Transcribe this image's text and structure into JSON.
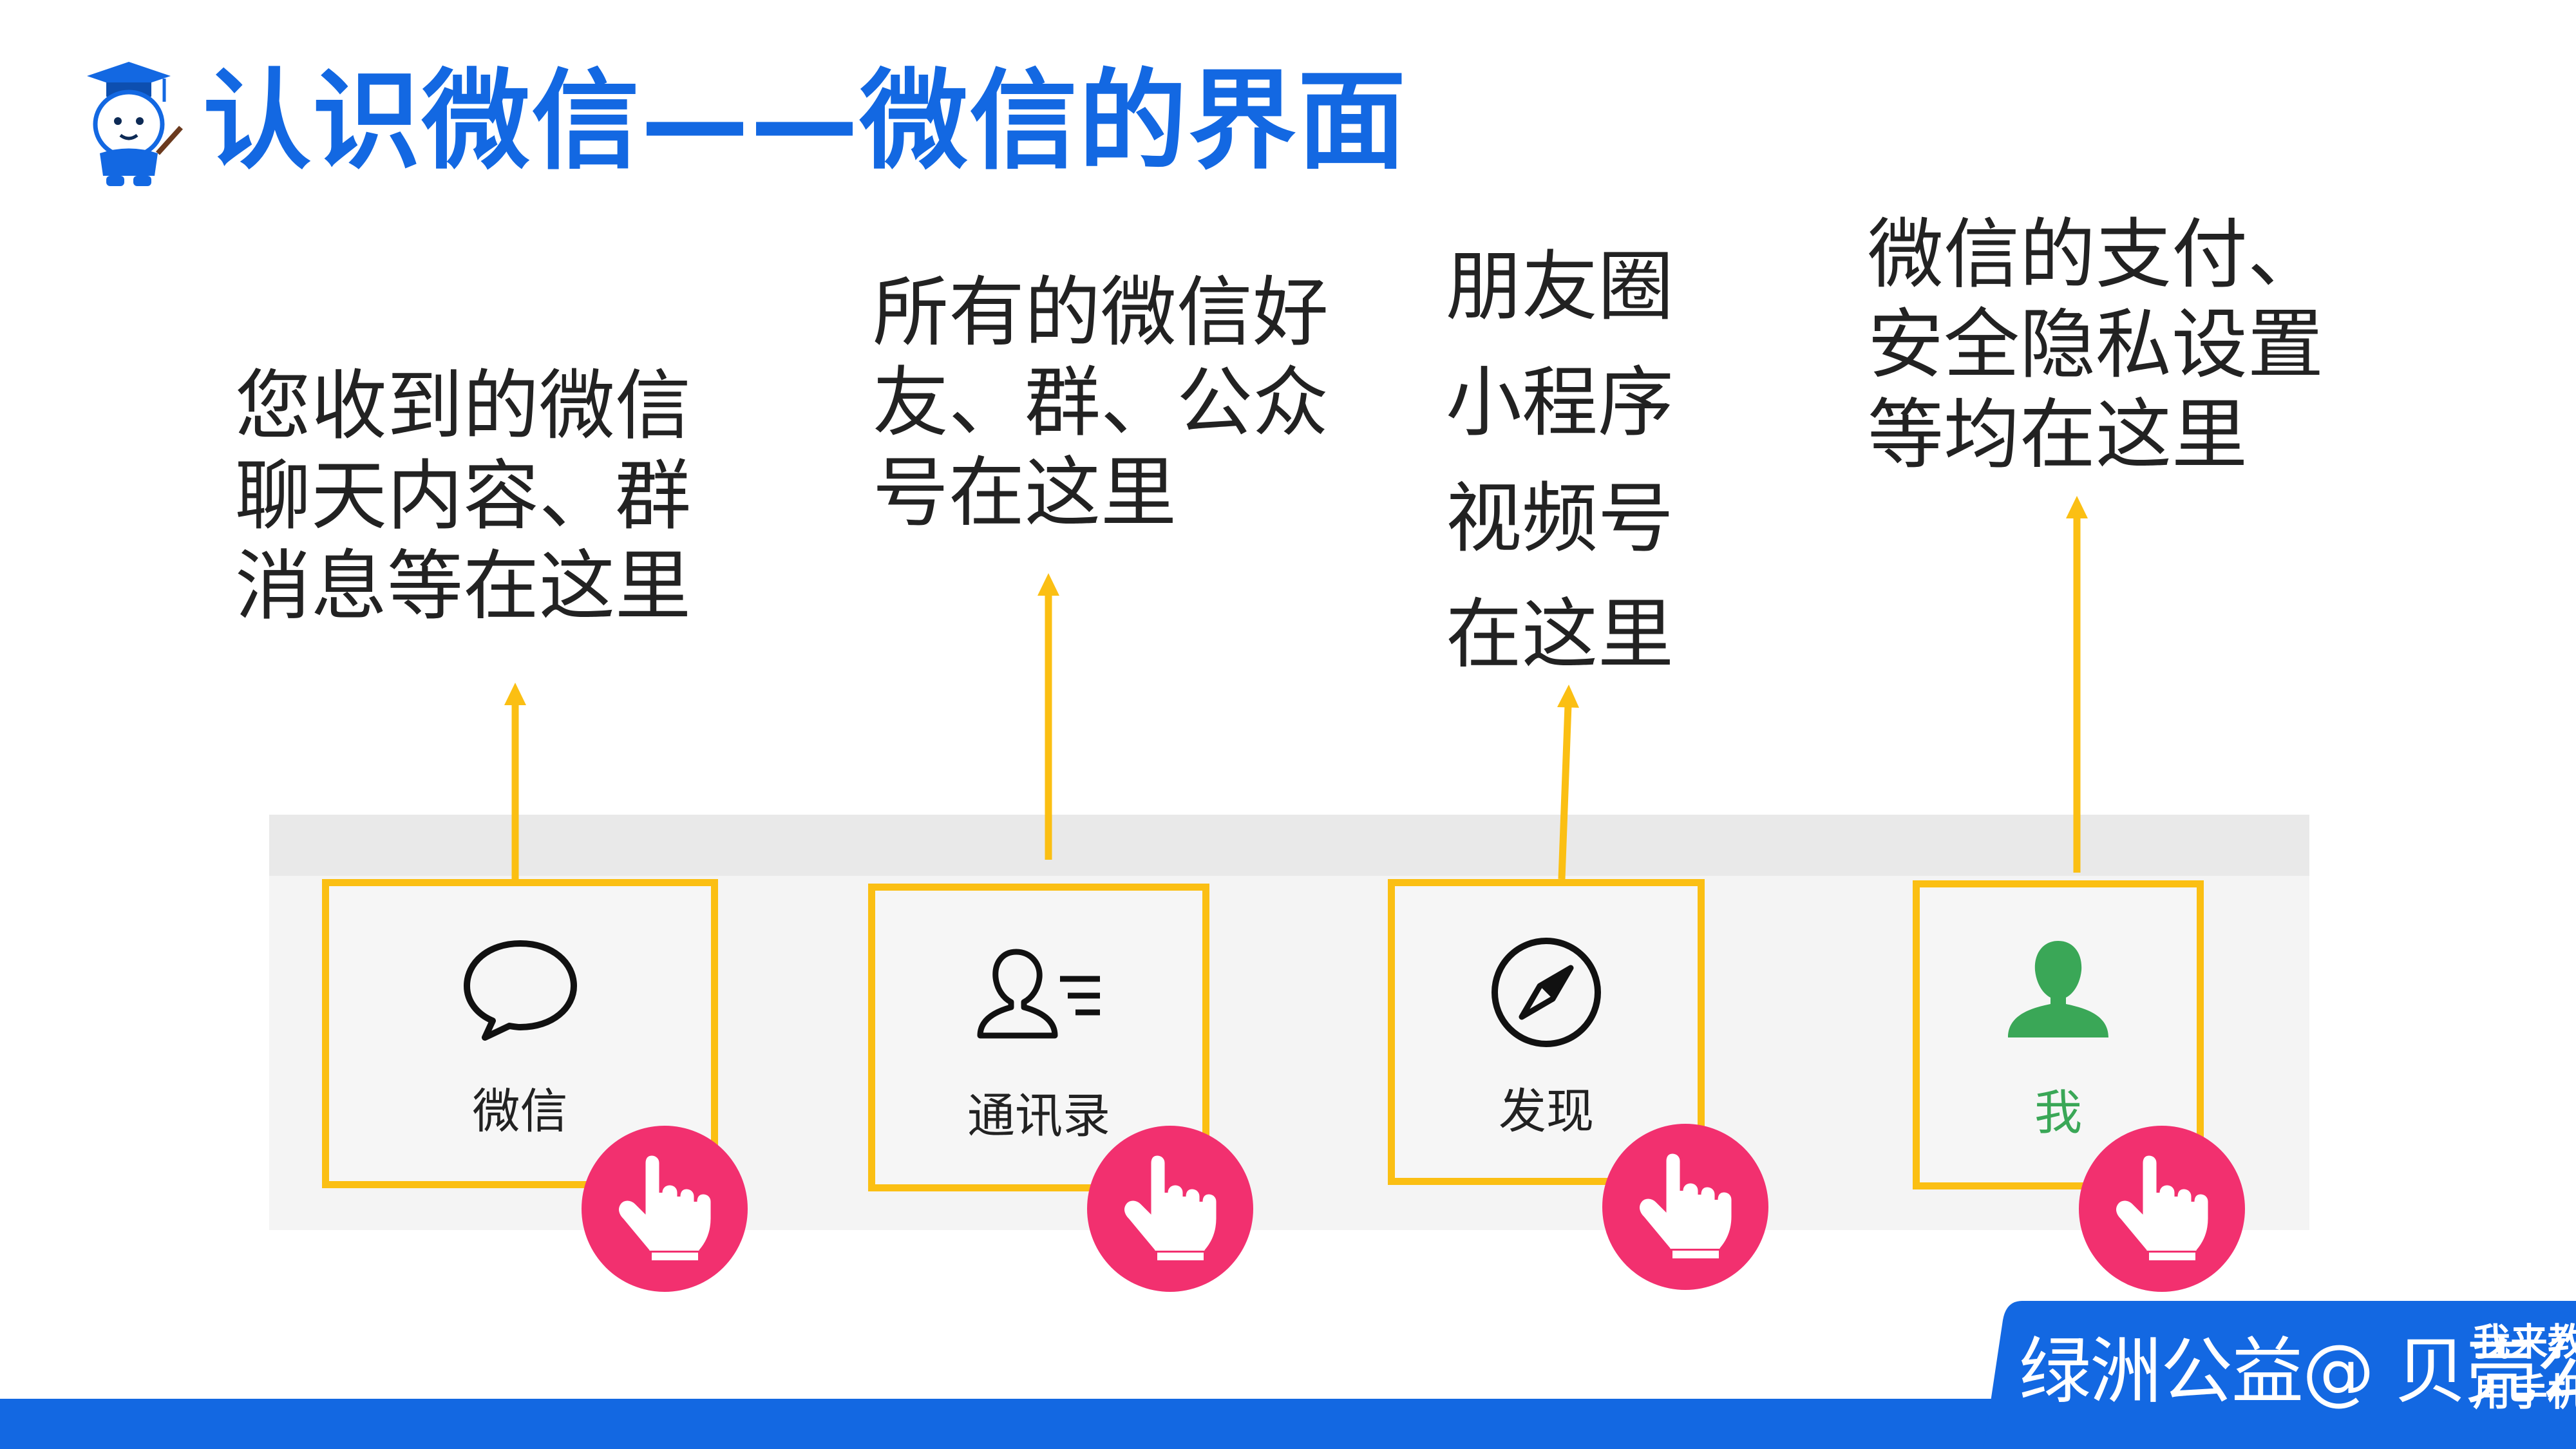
{
  "header": {
    "title": "认识微信——微信的界面"
  },
  "annotations": [
    {
      "lines": [
        "您收到的微信",
        "聊天内容、群",
        "消息等在这里"
      ]
    },
    {
      "lines": [
        "所有的微信好",
        "友、群、公众",
        "号在这里"
      ]
    },
    {
      "lines": [
        "朋友圈",
        "小程序",
        "视频号",
        "在这里"
      ]
    },
    {
      "lines": [
        "微信的支付、",
        "安全隐私设置",
        "等均在这里"
      ]
    }
  ],
  "tabbar": {
    "tabs": [
      {
        "label": "微信",
        "icon": "chat-bubble-icon"
      },
      {
        "label": "通讯录",
        "icon": "contacts-icon"
      },
      {
        "label": "发现",
        "icon": "compass-icon"
      },
      {
        "label": "我",
        "icon": "person-icon",
        "active": true
      }
    ]
  },
  "footer": {
    "brand": "绿洲公益@ 贝壳公益",
    "slogan_lines": [
      "我来教您",
      "用手机"
    ]
  },
  "colors": {
    "title_blue": "#1368e2",
    "highlight_yellow": "#fbbf13",
    "hand_pink": "#f2306f",
    "active_green": "#3aa757"
  }
}
